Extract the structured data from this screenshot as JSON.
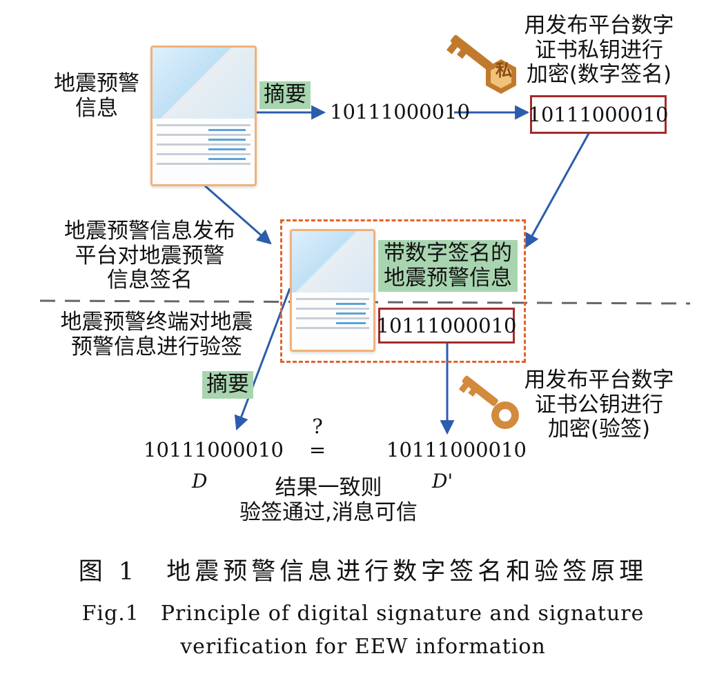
{
  "labels": {
    "eew_info": "地震预警\n信息",
    "digest_top": "摘要",
    "digest_bottom": "摘要",
    "private_key_desc": "用发布平台数字\n证书私钥进行\n加密(数字签名)",
    "public_key_desc": "用发布平台数字\n证书公钥进行\n加密(验签)",
    "platform_sign": "地震预警信息发布\n平台对地震预警\n信息签名",
    "terminal_verify": "地震预警终端对地震\n预警信息进行验签",
    "signed_info": "带数字签名的\n地震预警信息",
    "question_mark": "?",
    "equals": "=",
    "d_label": "D",
    "d_prime_label": "D'",
    "result": "结果一致则\n验签通过,消息可信",
    "private_key_char": "私"
  },
  "bits": {
    "digest_top": "10111000010",
    "encrypted_top": "10111000010",
    "signature_box": "10111000010",
    "d_value": "10111000010",
    "d_prime_value": "10111000010"
  },
  "caption": {
    "cn": "图 1　地震预警信息进行数字签名和验签原理",
    "en_line1": "Fig.1　Principle of digital signature and signature",
    "en_line2": "verification for EEW information"
  },
  "colors": {
    "arrow": "#2b5cad",
    "red_box": "#a52a2a",
    "dashed_box": "#e0622a",
    "green_label": "#a8d5b0",
    "key_private": "#c17a2c",
    "key_public": "#d28a3c"
  }
}
